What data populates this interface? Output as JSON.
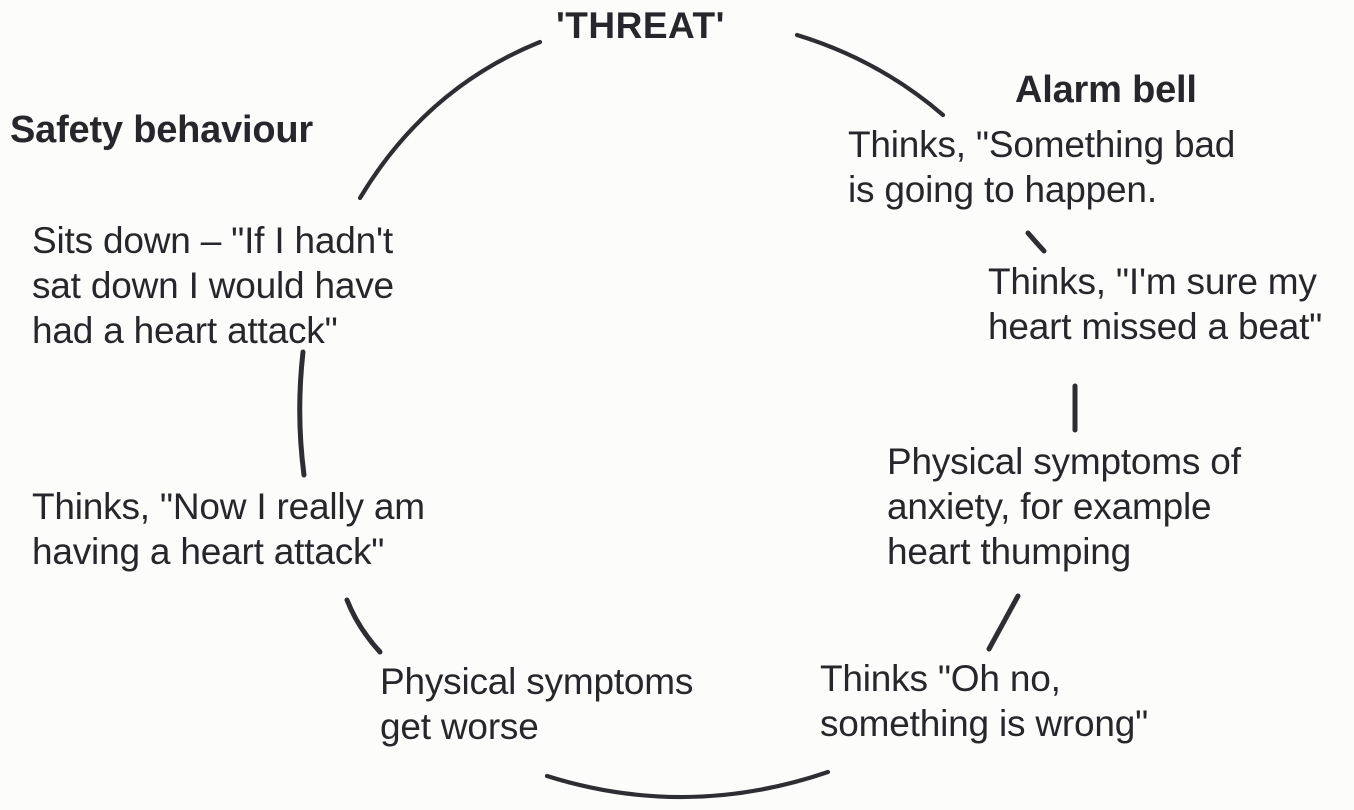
{
  "colors": {
    "background": "#fcfcfb",
    "text": "#26262c",
    "stroke": "#2d2d34"
  },
  "diagram": {
    "title": "'THREAT'",
    "headings": {
      "safety": "Safety behaviour",
      "alarm": "Alarm bell"
    },
    "nodes": {
      "thinks_something": {
        "lines": [
          "Thinks, \"Something bad",
          "is going to happen."
        ]
      },
      "thinks_sure": {
        "lines": [
          "Thinks, \"I'm sure my",
          "heart missed a beat\""
        ]
      },
      "physical_anxiety": {
        "lines": [
          "Physical symptoms of",
          "anxiety, for example",
          "heart thumping"
        ]
      },
      "thinks_ohno": {
        "lines": [
          "Thinks \"Oh no,",
          "something is wrong\""
        ]
      },
      "physical_worse": {
        "lines": [
          "Physical symptoms",
          "get worse"
        ]
      },
      "thinks_now": {
        "lines": [
          "Thinks, \"Now I really am",
          "having a heart attack\""
        ]
      },
      "sits_down": {
        "lines": [
          "Sits down – \"If I hadn't",
          "sat down I would have",
          "had a heart attack\""
        ]
      }
    },
    "connectors": [
      "top-left-arc",
      "top-right-arc",
      "upper-right-tick",
      "right-segment",
      "lower-right-slash",
      "bottom-arc",
      "lower-left-slash",
      "left-segment"
    ]
  }
}
